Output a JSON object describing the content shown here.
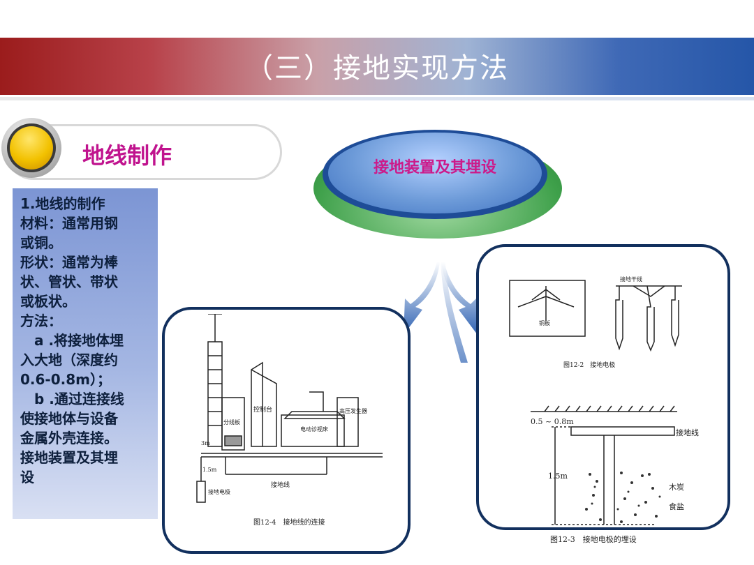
{
  "slide": {
    "title": "（三）接地实现方法"
  },
  "section": {
    "title": "地线制作"
  },
  "textbox": {
    "lines": [
      "1.地线的制作",
      "材料：通常用钢",
      "或铜。",
      "形状：通常为棒",
      "状、管状、带状",
      "或板状。",
      "方法：",
      "　a .将接地体埋",
      "入大地（深度约",
      "0.6-0.8m）；",
      "　b .通过连接线",
      "使接地体与设备",
      "金属外壳连接。",
      "接地装置及其埋",
      "设"
    ]
  },
  "callout": {
    "label": "接地装置及其埋设"
  },
  "figure_left": {
    "labels": {
      "control_desk": "控制台",
      "hv_generator": "高压发生器",
      "distribution_board": "分线板",
      "ct_bed": "电动诊视床",
      "ground_wire": "接地线",
      "ground_electrode": "接地电极",
      "dim_3m": "3m",
      "dim_15m": "1.5m",
      "caption": "图12-4　接地线的连接"
    }
  },
  "figure_right_top": {
    "labels": {
      "trunk_line": "接地干线",
      "copper_plate": "铜板",
      "caption": "图12-2　接地电极"
    }
  },
  "figure_right_bottom": {
    "labels": {
      "depth": "0.5 ~ 0.8m",
      "ground_line": "接地线",
      "length": "1.5m",
      "charcoal": "木炭",
      "salt": "食盐",
      "caption": "图12-3　接地电极的埋设"
    }
  },
  "colors": {
    "title_text": "#ffffff",
    "section_title": "#c0138e",
    "callout_text": "#cc1a8a",
    "frame_border": "#12305e"
  }
}
